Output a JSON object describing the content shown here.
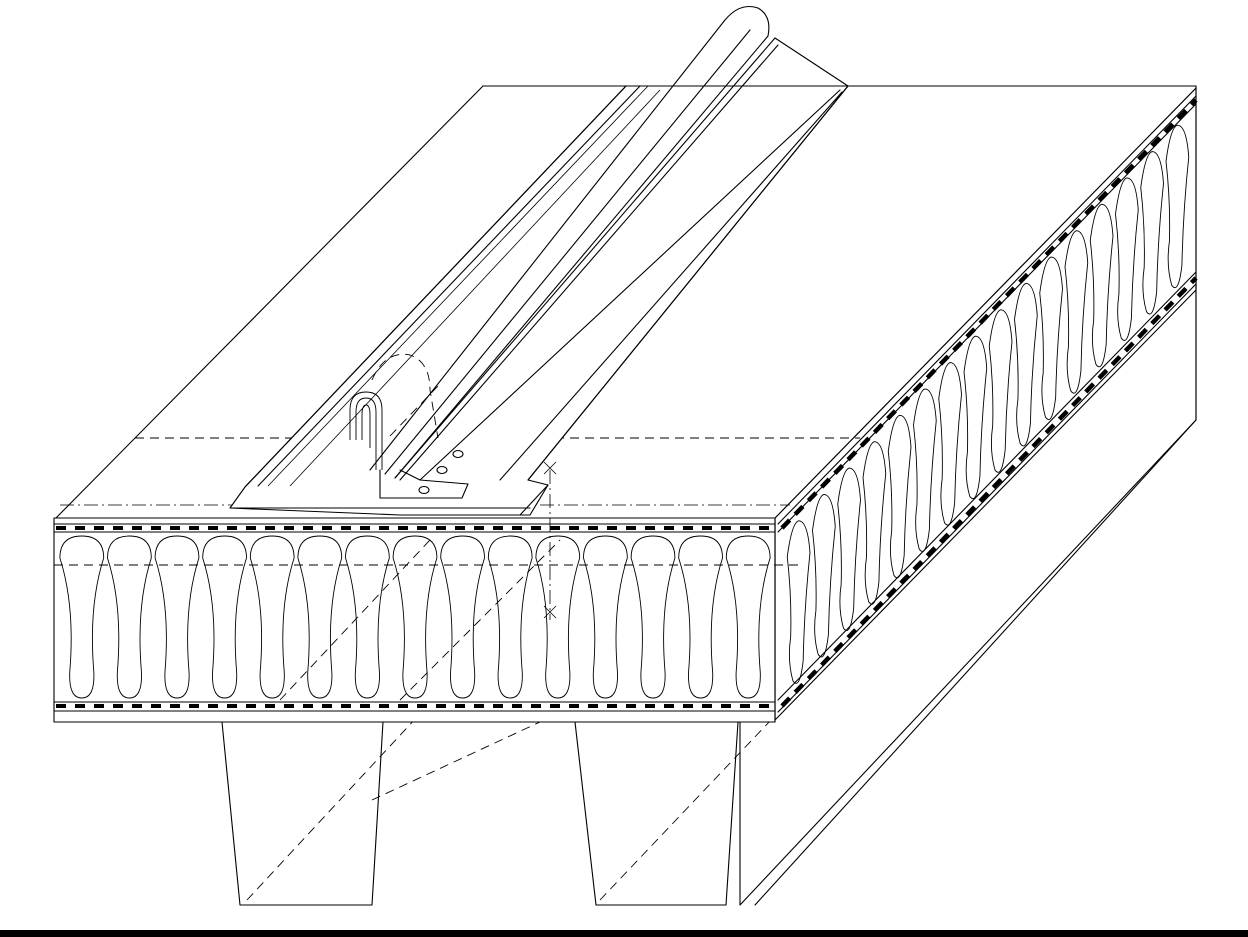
{
  "diagram": {
    "subject": "standing-seam-roof-on-insulated-trapezoidal-deck",
    "colors": {
      "line": "#000000",
      "background": "#ffffff",
      "baseline": "#000000"
    },
    "insulation_front_loops": 15,
    "insulation_side_loops": 16,
    "clip_holes": 3,
    "deck_ribs": 2
  }
}
